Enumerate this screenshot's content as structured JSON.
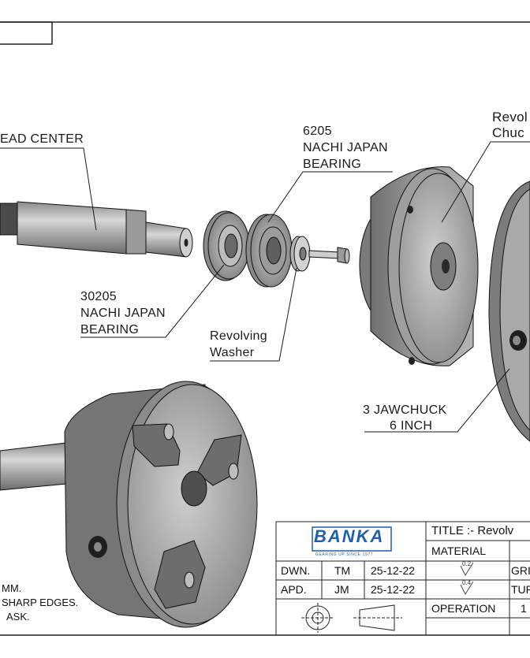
{
  "labels": {
    "dead_center": "EAD CENTER",
    "bearing_6205": [
      "6205",
      "NACHI JAPAN",
      "BEARING"
    ],
    "revolving_chuck": [
      "Revol",
      "Chuc"
    ],
    "bearing_30205": [
      "30205",
      "NACHI JAPAN",
      "BEARING"
    ],
    "washer": [
      "Revolving",
      "Washer"
    ],
    "jawchuck": [
      "3 JAWCHUCK",
      "6 INCH"
    ]
  },
  "notes": [
    "MM.",
    "SHARP EDGES.",
    "ASK."
  ],
  "title_block": {
    "logo_text": "BANKA",
    "logo_tagline": "GEARING UP SINCE 1977",
    "title": "TITLE :-  Revolv",
    "material_label": "MATERIAL",
    "dwn_label": "DWN.",
    "dwn_initials": "TM",
    "dwn_date": "25-12-22",
    "apd_label": "APD.",
    "apd_initials": "JM",
    "apd_date": "25-12-22",
    "roughness_1": "0.2",
    "roughness_2": "0.4",
    "gr": "GRI",
    "tur": "TUR",
    "operation_label": "OPERATION",
    "operation_value": "1"
  },
  "colors": {
    "line": "#1a1a1a",
    "metal_light": "#c9c9c9",
    "metal_mid": "#9a9a9a",
    "metal_dark": "#5e5e5e",
    "brand_blue": "#1d5fb0"
  }
}
